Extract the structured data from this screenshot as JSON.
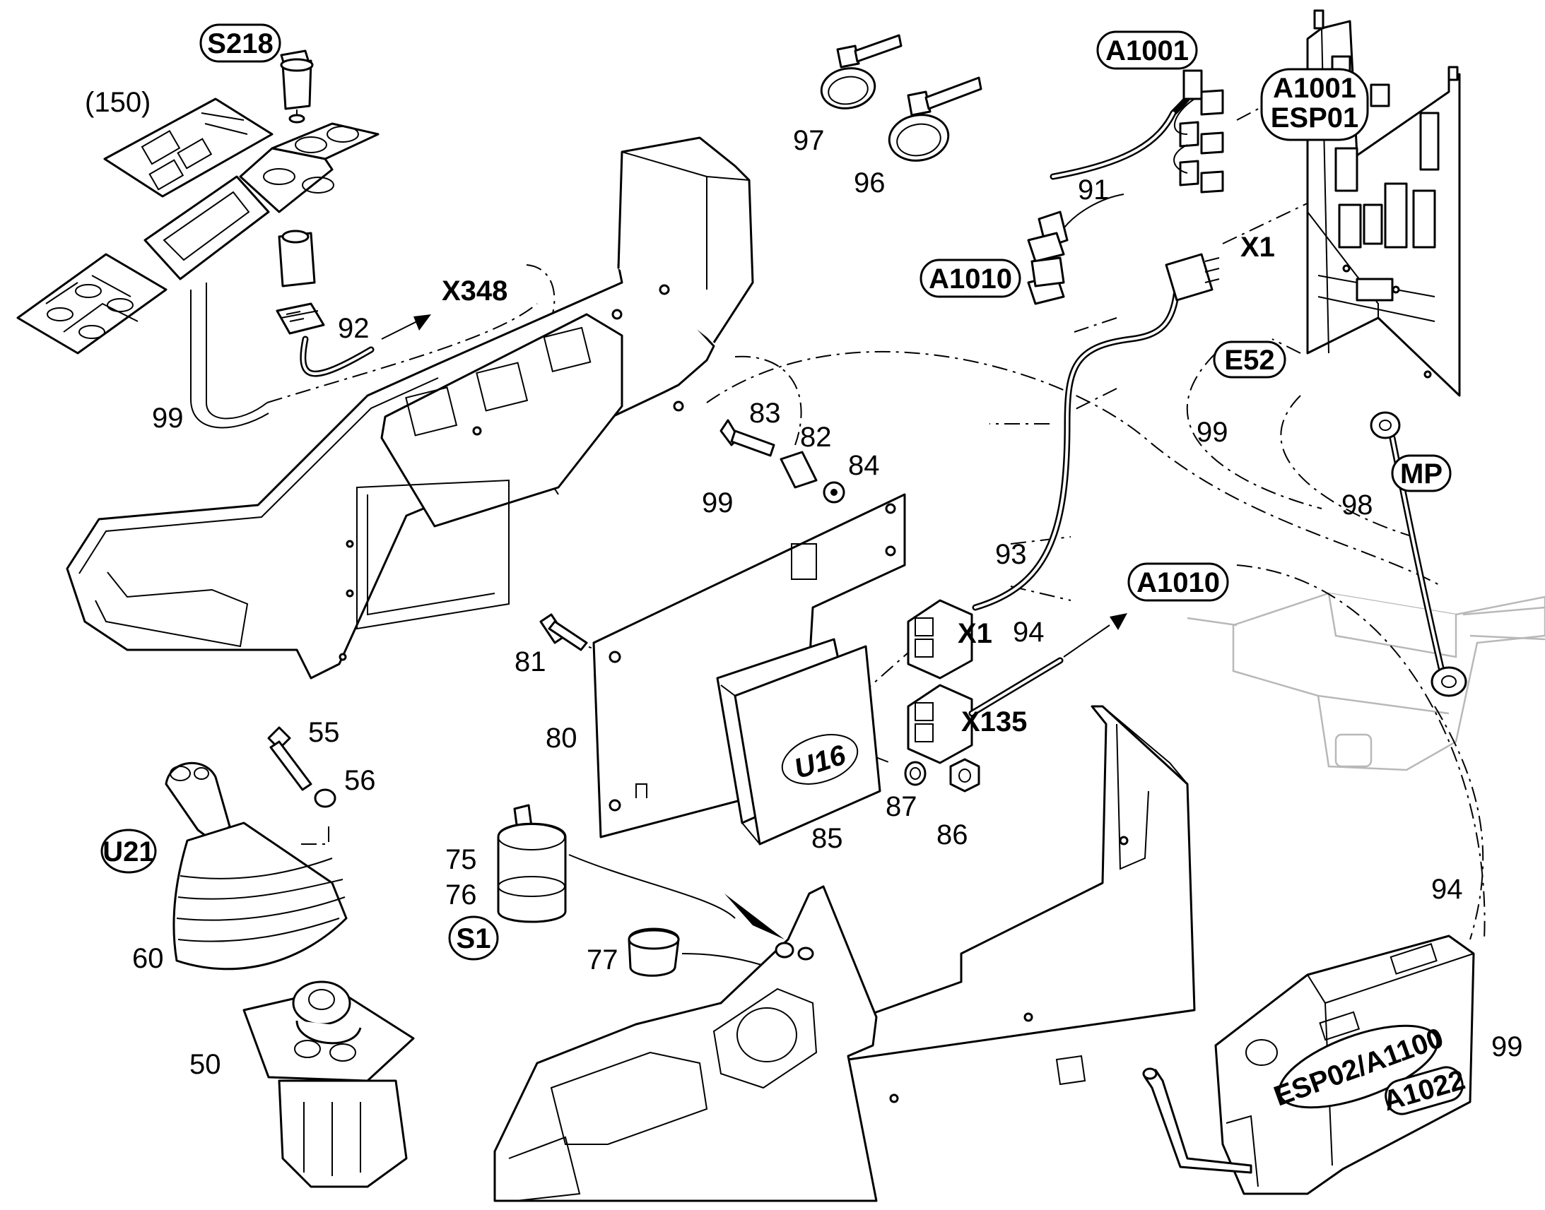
{
  "callouts": {
    "S218": "S218",
    "c150": "(150)",
    "X348": "X348",
    "c92": "92",
    "c99a": "99",
    "c97": "97",
    "c96": "96",
    "A1001_top": "A1001",
    "c91": "91",
    "A1010_left": "A1010",
    "A1001_panel": "A1001",
    "ESP01": "ESP01",
    "X1_top": "X1",
    "E52": "E52",
    "c99b": "99",
    "MP": "MP",
    "c98": "98",
    "c83": "83",
    "c82": "82",
    "c84": "84",
    "c99c": "99",
    "c93": "93",
    "A1010_right": "A1010",
    "c94a": "94",
    "X1_conn": "X1",
    "X135": "X135",
    "c81": "81",
    "c80": "80",
    "U16": "U16",
    "c87": "87",
    "c86": "86",
    "c85": "85",
    "c55": "55",
    "c56": "56",
    "U21": "U21",
    "c60": "60",
    "c50": "50",
    "c75": "75",
    "c76": "76",
    "S1": "S1",
    "c77": "77",
    "c94b": "94",
    "ESP02_A1100": "ESP02/A1100",
    "A1022": "A1022",
    "c99d": "99"
  },
  "colors": {
    "line": "#000000",
    "background": "#ffffff",
    "ghost": "#b8b8b8"
  }
}
